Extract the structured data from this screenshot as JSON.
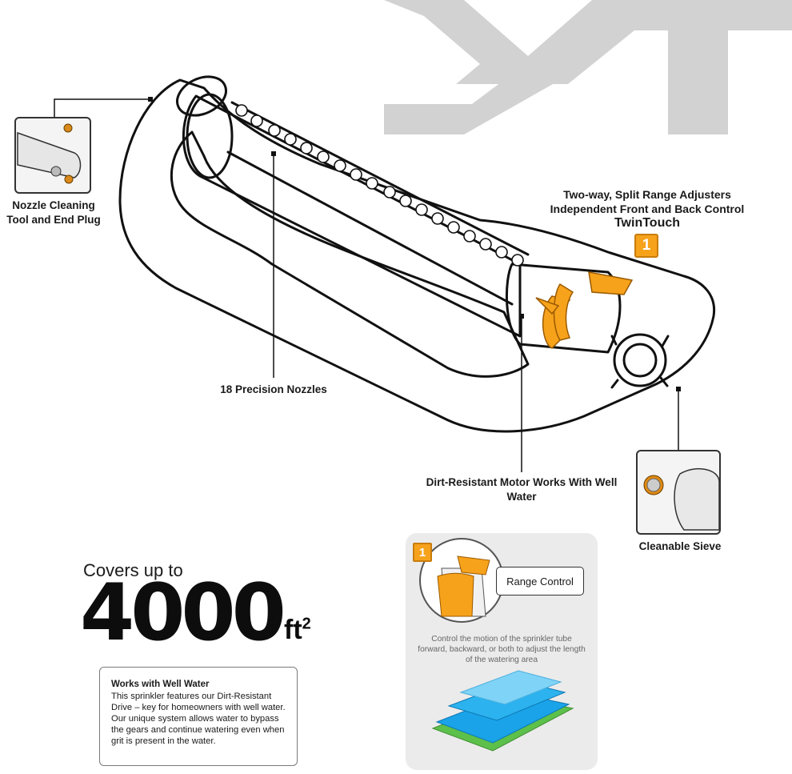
{
  "brand_watermark": "XT",
  "callouts": {
    "nozzle_tool": "Nozzle Cleaning Tool and End Plug",
    "nozzles": "18 Precision Nozzles",
    "motor": "Dirt-Resistant Motor Works With Well Water",
    "sieve": "Cleanable Sieve",
    "twin_line1": "Two-way, Split Range Adjusters",
    "twin_line2": "Independent Front and Back Control",
    "twin_name": "TwinTouch",
    "badge": "1"
  },
  "coverage": {
    "prefix": "Covers up to",
    "number": "4000",
    "unit": "ft",
    "exponent": "2"
  },
  "well_water": {
    "title": "Works with Well Water",
    "body": "This sprinkler features our Dirt-Resistant Drive – key for homeowners with well water. Our unique system allows water to bypass the gears and continue watering even when grit is present in the water."
  },
  "range_control": {
    "badge": "1",
    "label": "Range Control",
    "description": "Control the motion of the sprinkler tube forward, backward, or both to adjust the length of the watering area"
  },
  "colors": {
    "accent_orange": "#f7a21b",
    "watermark_gray": "#d2d2d2",
    "water_blue": "#1aa3e8",
    "grass_green": "#5cc04a"
  }
}
